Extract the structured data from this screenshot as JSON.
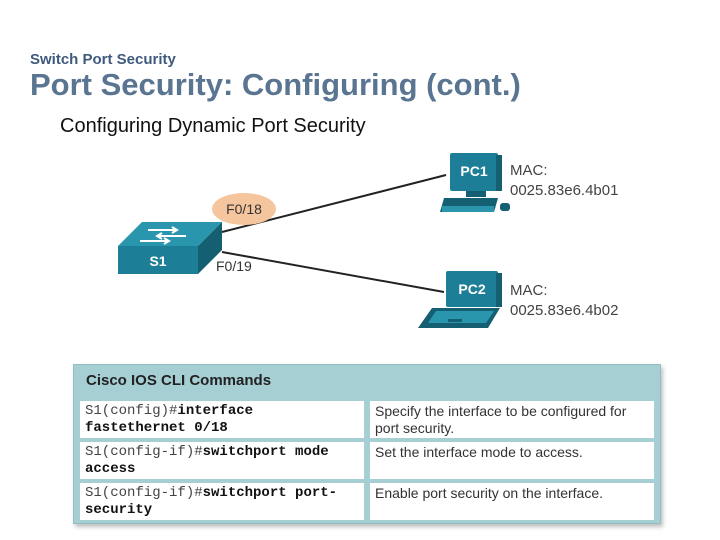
{
  "header": {
    "eyebrow": "Switch Port Security",
    "title": "Port Security: Configuring (cont.)",
    "subtitle": "Configuring Dynamic Port Security"
  },
  "topology": {
    "switch_label": "S1",
    "port_highlight": "F0/18",
    "port_other": "F0/19",
    "pc1": {
      "label": "PC1",
      "mac_caption": "MAC:",
      "mac": "0025.83e6.4b01"
    },
    "pc2": {
      "label": "PC2",
      "mac_caption": "MAC:",
      "mac": "0025.83e6.4b02"
    },
    "colors": {
      "device": "#1d7f97",
      "device_dark": "#155f72",
      "port_highlight": "#f5c59e"
    }
  },
  "cli": {
    "heading": "Cisco IOS CLI Commands",
    "rows": [
      {
        "prompt": "S1(config)#",
        "command": "interface fastethernet 0/18",
        "description": "Specify the interface to be configured for port security."
      },
      {
        "prompt": "S1(config-if)#",
        "command": "switchport mode access",
        "description": "Set the interface mode to access."
      },
      {
        "prompt": "S1(config-if)#",
        "command": "switchport port-security",
        "description": "Enable port security on the interface."
      }
    ]
  }
}
